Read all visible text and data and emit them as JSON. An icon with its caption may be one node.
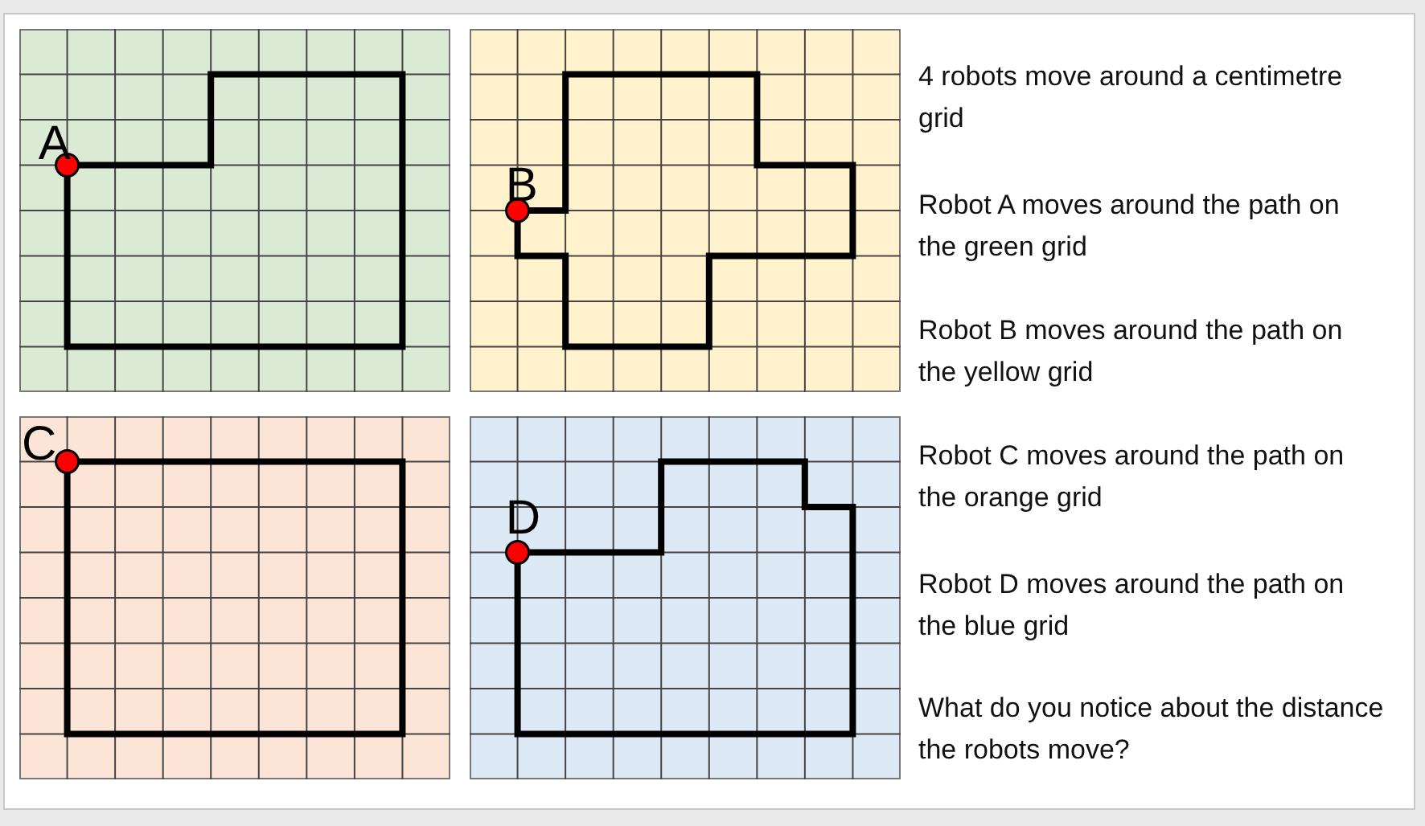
{
  "diagram": {
    "labels": [
      "A",
      "B",
      "C",
      "D",
      "4 robots move around a centimetre grid",
      "Robot A moves around the path on the green grid",
      "Robot B moves around the path on the yellow grid",
      "Robot C moves around the path on the orange grid",
      "Robot D moves around the path on the blue grid",
      "What do you notice about the distance the robots move?"
    ]
  }
}
